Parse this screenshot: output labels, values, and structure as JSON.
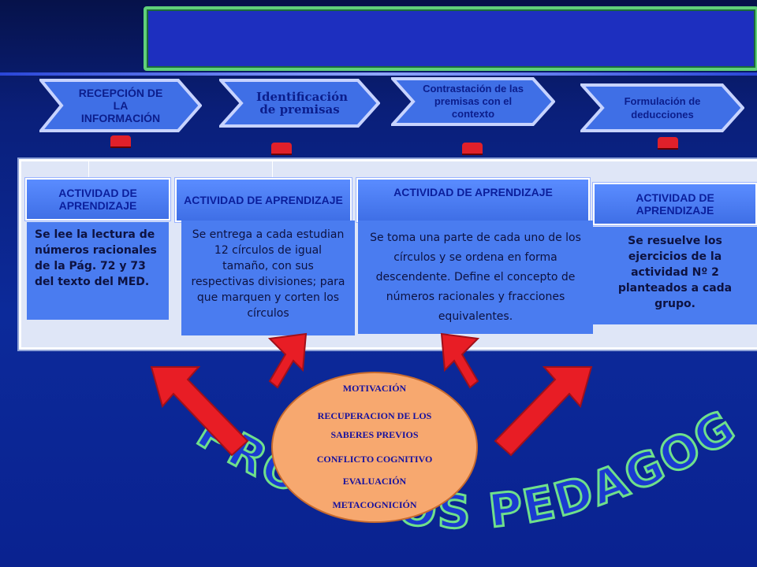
{
  "steps": [
    {
      "label": "RECEPCIÓN DE LA INFORMACIÓN"
    },
    {
      "label": "Identificación de premisas"
    },
    {
      "label": "Contrastación de las premisas con el contexto"
    },
    {
      "label": "Formulación de deducciones"
    }
  ],
  "activities": [
    {
      "header": "ACTIVIDAD DE APRENDIZAJE",
      "text": "Se lee la lectura de números racionales  de  la Pág. 72 y 73 del texto del MED."
    },
    {
      "header": "ACTIVIDAD DE APRENDIZAJE",
      "text": "Se entrega a cada estudian 12 círculos de igual tamaño, con sus respectivas divisiones; para que marquen y corten  los círculos"
    },
    {
      "header": "ACTIVIDAD DE APRENDIZAJE",
      "text": "Se toma una parte de cada uno de los círculos y se ordena en forma descendente. Define el concepto de números racionales y fracciones equivalentes."
    },
    {
      "header": "ACTIVIDAD DE APRENDIZAJE",
      "text": "Se resuelve los ejercicios   de la actividad Nº 2 planteados a cada grupo."
    }
  ],
  "processes": [
    "MOTIVACIÓN",
    "RECUPERACION DE LOS SABERES PREVIOS",
    "CONFLICTO COGNITIVO",
    "EVALUACIÓN",
    "METACOGNICIÓN"
  ],
  "big_title": "PROCESOS PEDAGOGICOS",
  "colors": {
    "arrow": "#e81d25",
    "chevron": "#3f6fe6",
    "ellipse": "#f7a86f",
    "title_fill": "#1a3ad0",
    "title_glow": "#6fe08a"
  }
}
